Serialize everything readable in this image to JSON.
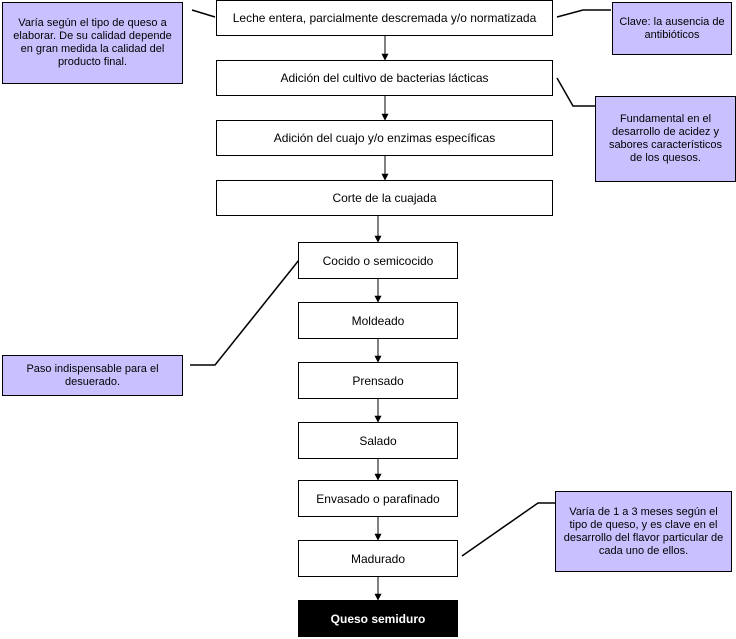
{
  "steps": [
    "Leche entera, parcialmente descremada y/o normatizada",
    "Adición del cultivo de bacterias lácticas",
    "Adición del cuajo y/o enzimas específicas",
    "Corte de la cuajada",
    "Cocido o semicocido",
    "Moldeado",
    "Prensado",
    "Salado",
    "Envasado o parafinado",
    "Madurado",
    "Queso semiduro"
  ],
  "notes": {
    "tipo_queso": "Varía según el tipo de queso a elaborar. De su calidad depende en gran medida la calidad del producto final.",
    "antibioticos": "Clave: la ausencia de antibióticos",
    "acidez": "Fundamental en el desarrollo de acidez y sabores característicos de los quesos.",
    "desuerado": "Paso indispensable para el desuerado.",
    "madurado": "Varía de 1 a 3 meses según el tipo de queso, y es clave en el desarrollo del flavor particular de cada uno de ellos."
  },
  "colors": {
    "note_fill": "#c9c1ff",
    "final_fill": "#000000"
  }
}
